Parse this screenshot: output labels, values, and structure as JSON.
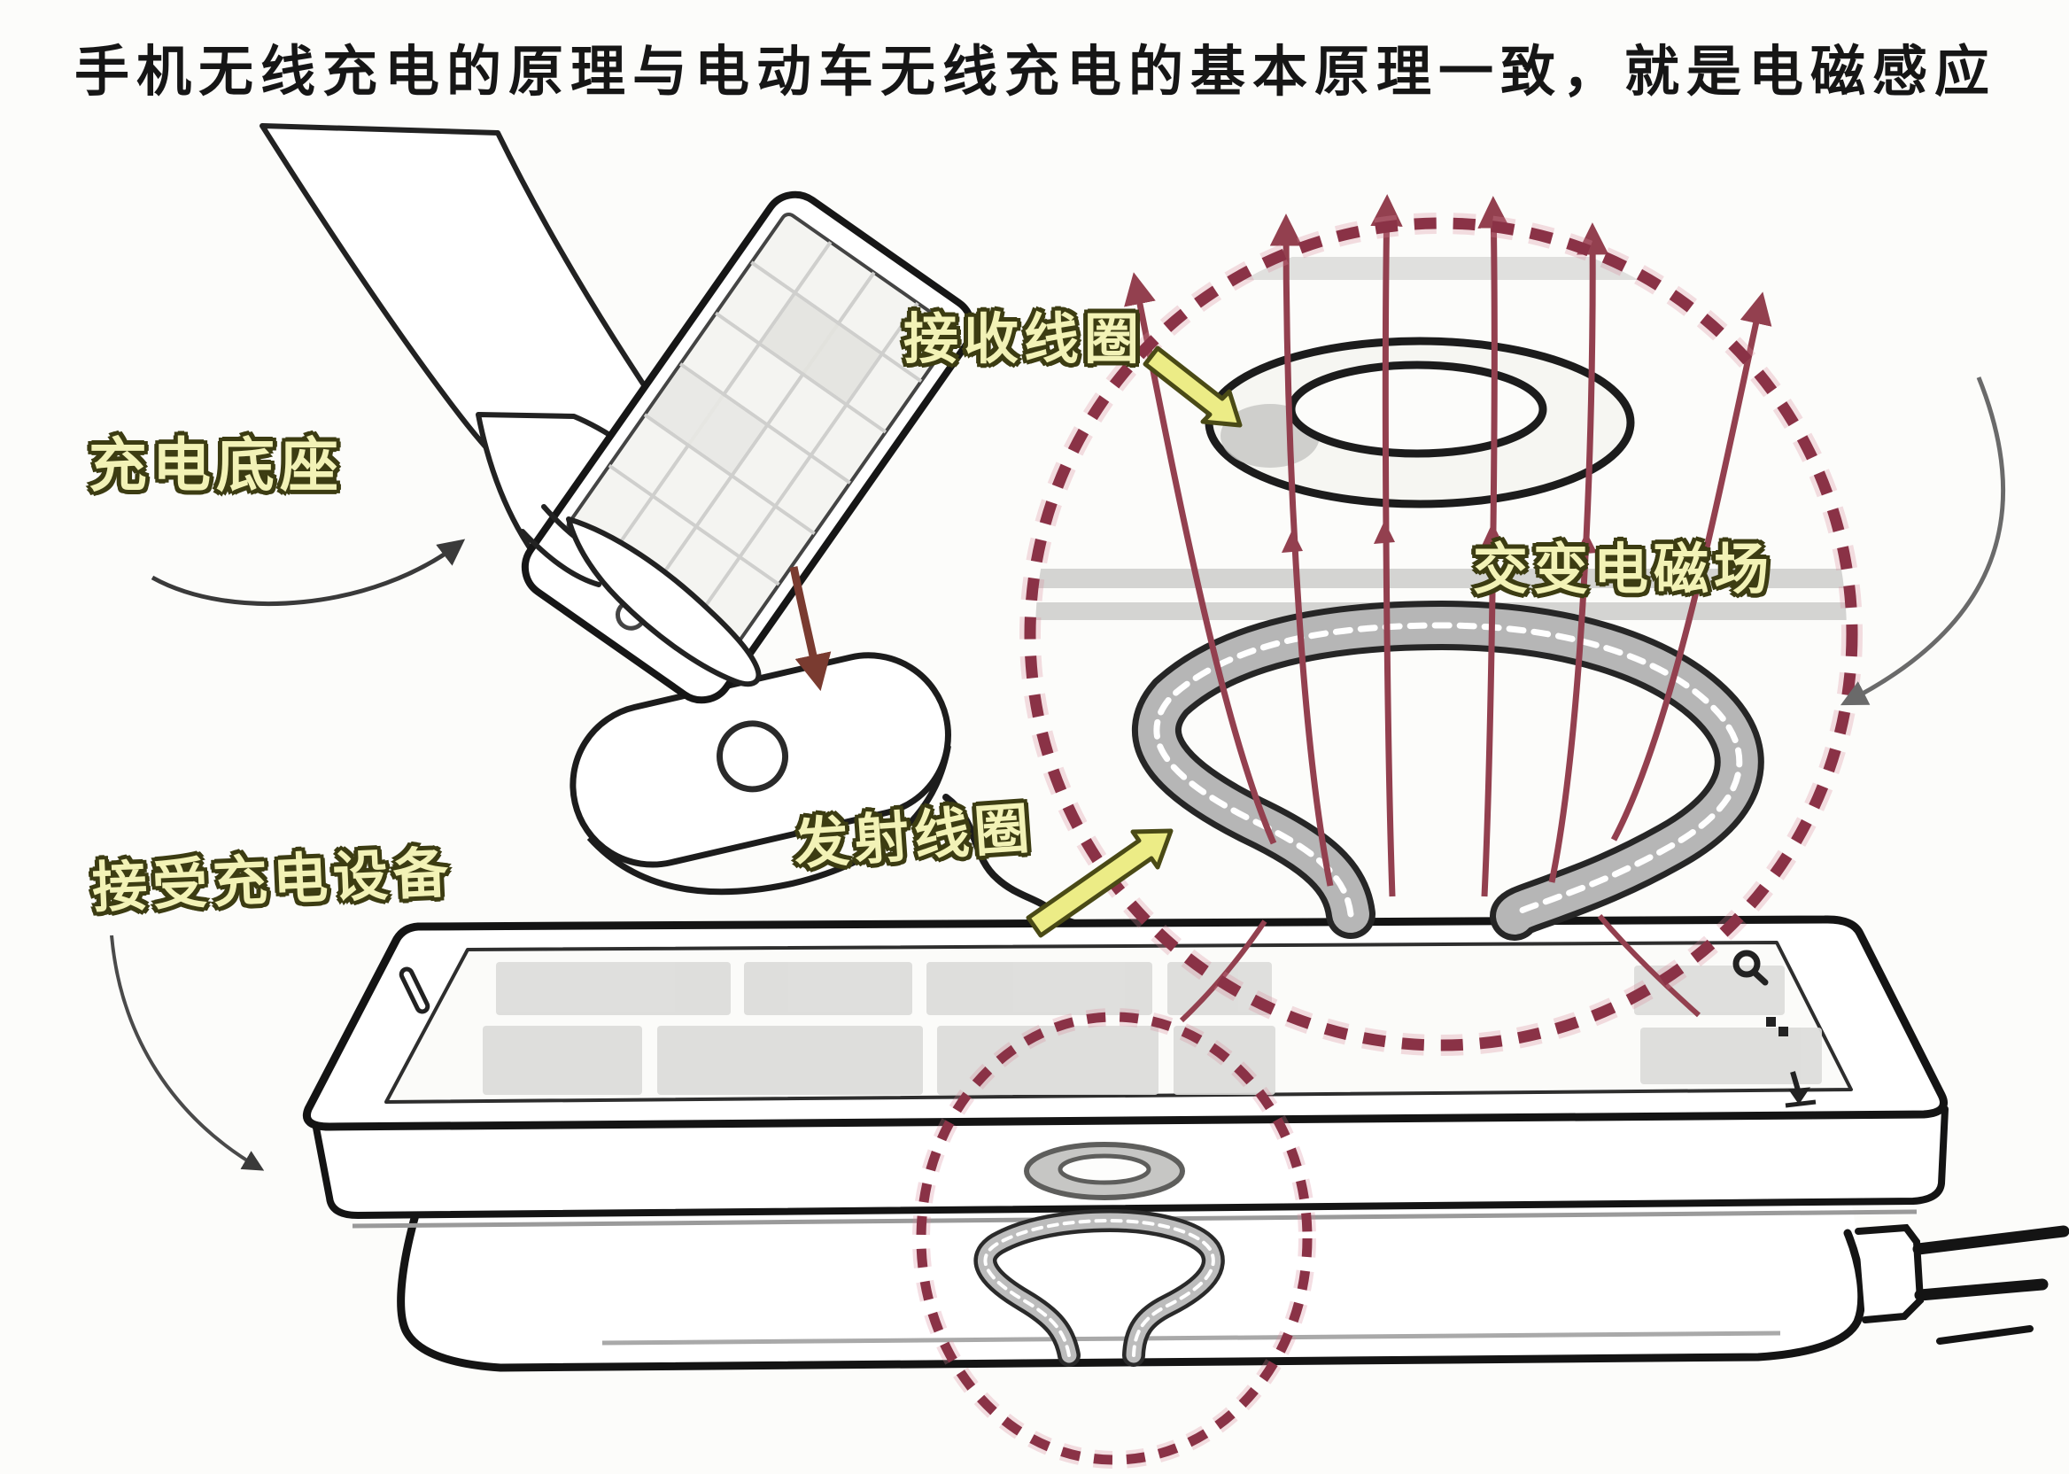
{
  "title": "手机无线充电的原理与电动车无线充电的基本原理一致，就是电磁感应",
  "labels": {
    "charging_base": "充电底座",
    "receiver_coil": "接收线圈",
    "alternating_field": "交变电磁场",
    "transmitter_coil": "发射线圈",
    "receiving_device": "接受充电设备"
  },
  "colors": {
    "background": "#fcfcfa",
    "ink": "#1c1c1c",
    "label_fill": "#f2f2b6",
    "label_outline": "#3c3c12",
    "dashed_circle": "#8a3246",
    "dashed_halo": "#d98a9a",
    "field_arrow": "#93404f",
    "coil_gray": "#b6b6b6",
    "yellow_arrow": "#ecec86"
  },
  "icons": [
    {
      "name": "magnifier-icon"
    },
    {
      "name": "app-grid-icon"
    },
    {
      "name": "download-arrow-icon"
    }
  ]
}
